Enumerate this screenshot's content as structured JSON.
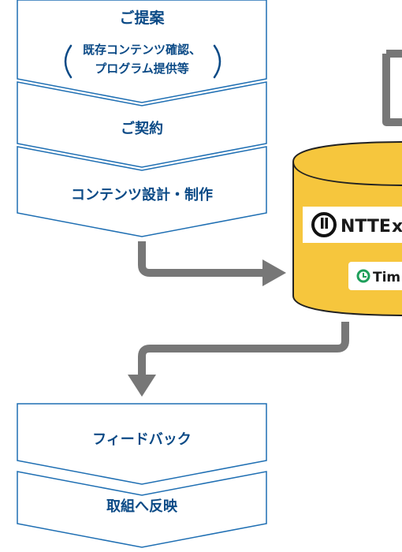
{
  "flow": {
    "steps_top": [
      {
        "label": "ご提案"
      },
      {
        "label": "既存コンテンツ確認、"
      },
      {
        "label": "プログラム提供等"
      },
      {
        "label": "ご契約"
      },
      {
        "label": "コンテンツ設計・制作"
      }
    ],
    "steps_bottom": [
      {
        "label": "フィードバック"
      },
      {
        "label": "取組へ反映"
      }
    ]
  },
  "database": {
    "logo_text": "NTTE",
    "logo_text_x": "x",
    "sub_logo_text": "Tim"
  },
  "colors": {
    "step_fill": "#ffffff",
    "step_border": "#1f6fb3",
    "step_text": "#0b4a86",
    "arrow": "#777777",
    "db_fill": "#f6c63d",
    "db_border": "#222222"
  }
}
